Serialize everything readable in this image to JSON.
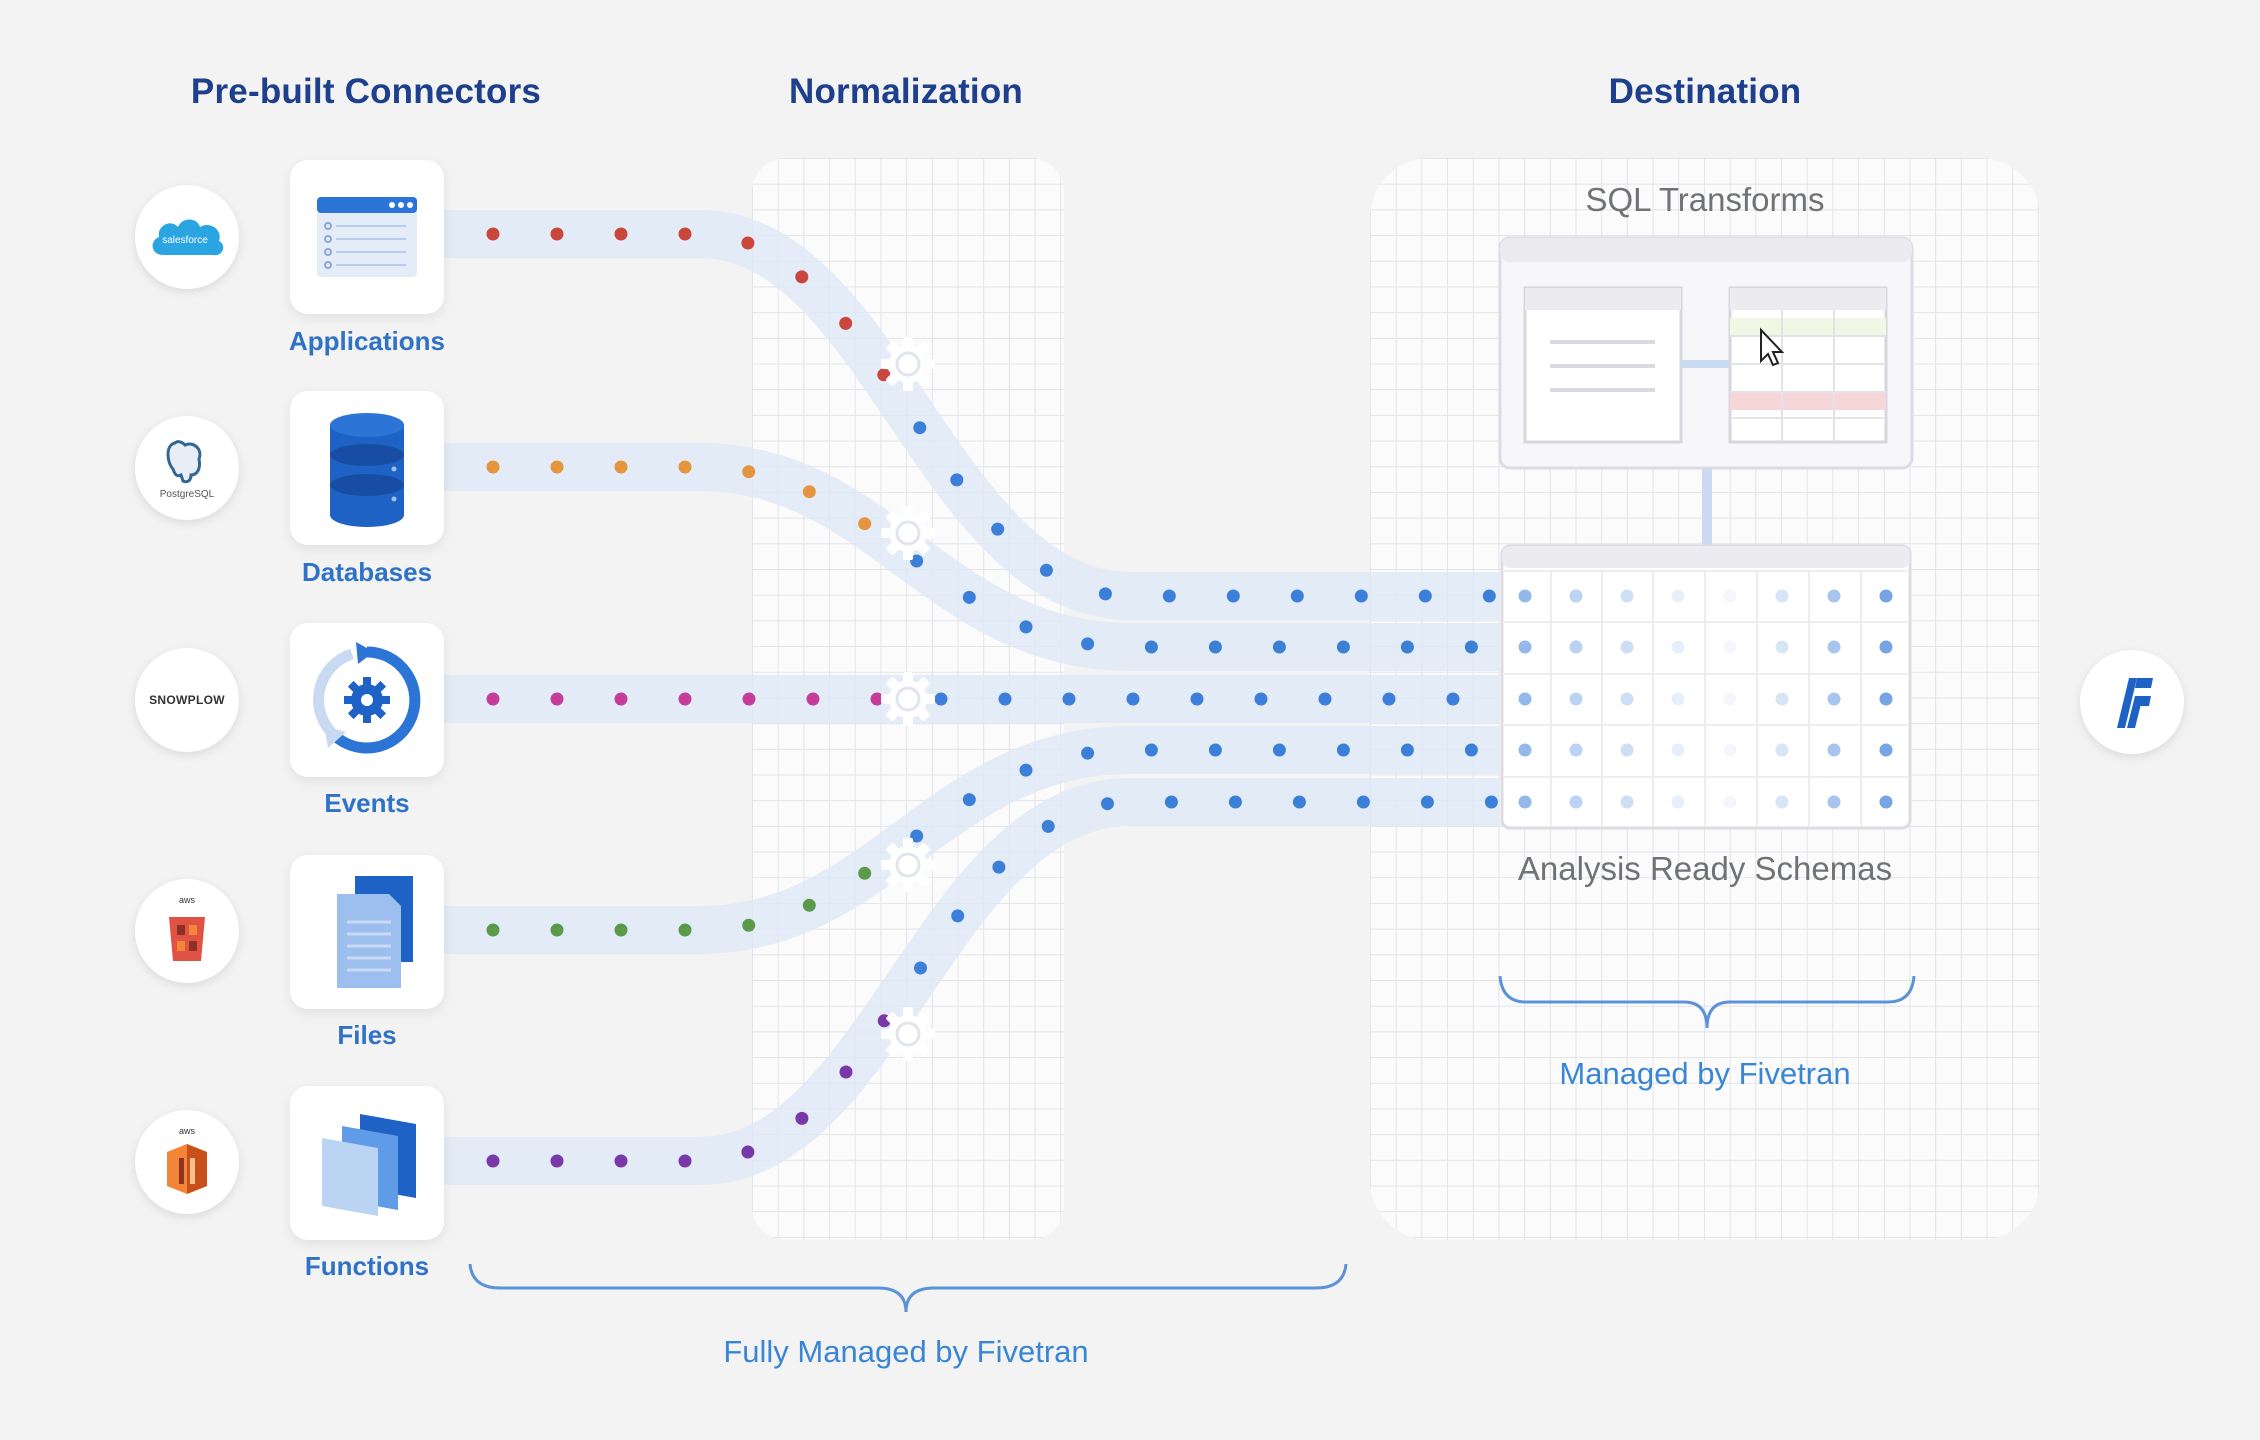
{
  "headers": {
    "connectors": "Pre-built Connectors",
    "normalization": "Normalization",
    "destination": "Destination"
  },
  "sources": [
    {
      "logo": "salesforce",
      "logo_text": "salesforce",
      "icon": "browser-window-icon",
      "label": "Applications",
      "color": "#c9473c"
    },
    {
      "logo": "postgresql",
      "logo_text": "PostgreSQL",
      "icon": "database-cylinder-icon",
      "label": "Databases",
      "color": "#e5953f"
    },
    {
      "logo": "snowplow",
      "logo_text": "SNOWPLOW",
      "icon": "cycle-gear-icon",
      "label": "Events",
      "color": "#c43d9a"
    },
    {
      "logo": "aws-s3",
      "logo_text": "aws",
      "icon": "document-stack-icon",
      "label": "Files",
      "color": "#5a9a4a"
    },
    {
      "logo": "aws-lambda",
      "logo_text": "aws",
      "icon": "layered-pages-icon",
      "label": "Functions",
      "color": "#7a37a8"
    }
  ],
  "destination": {
    "sql_transforms": "SQL Transforms",
    "analysis_ready": "Analysis Ready Schemas",
    "managed": "Managed  by Fivetran"
  },
  "footer": {
    "fully_managed": "Fully Managed by Fivetran"
  },
  "colors": {
    "header": "#1d3f8c",
    "label_blue": "#2f72c6",
    "flow_blue": "#3b7fd9",
    "stream_band": "#dfe9f6"
  },
  "icons": {
    "fivetran": "fivetran-logo-icon",
    "cursor": "mouse-pointer-icon"
  }
}
